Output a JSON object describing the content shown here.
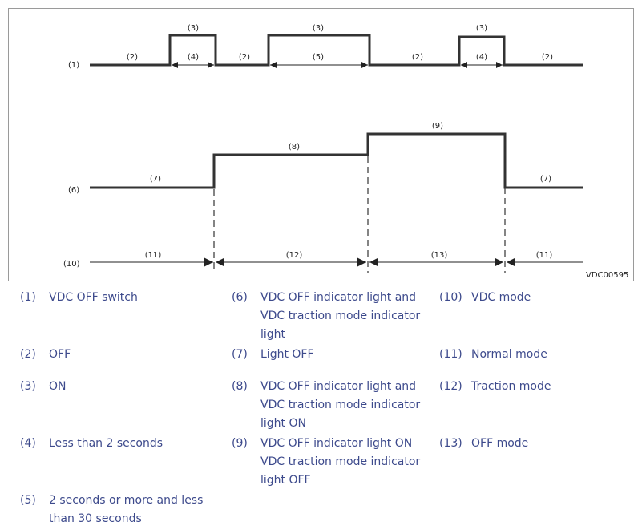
{
  "figure": {
    "code": "VDC00595",
    "rows": [
      {
        "label": "(1)"
      },
      {
        "label": "(6)"
      },
      {
        "label": "(10)"
      }
    ],
    "row1": [
      "(2)",
      "(3)",
      "(4)",
      "(2)",
      "(3)",
      "(5)",
      "(2)",
      "(3)",
      "(4)",
      "(2)"
    ],
    "row2": [
      "(7)",
      "(8)",
      "(9)",
      "(7)"
    ],
    "row3": [
      "(11)",
      "(12)",
      "(13)",
      "(11)"
    ]
  },
  "legend": [
    {
      "num": "(1)",
      "text": "VDC OFF switch"
    },
    {
      "num": "(2)",
      "text": "OFF"
    },
    {
      "num": "(3)",
      "text": "ON"
    },
    {
      "num": "(4)",
      "text": "Less than 2 seconds"
    },
    {
      "num": "(5)",
      "text": "2 seconds or more and less than 30 seconds"
    },
    {
      "num": "(6)",
      "text": "VDC OFF indicator light and VDC traction mode indicator light"
    },
    {
      "num": "(7)",
      "text": "Light OFF"
    },
    {
      "num": "(8)",
      "text": "VDC OFF indicator light and VDC traction mode indicator light ON"
    },
    {
      "num": "(9)",
      "text": "VDC OFF indicator light ON VDC traction mode indicator light OFF"
    },
    {
      "num": "(10)",
      "text": "VDC mode"
    },
    {
      "num": "(11)",
      "text": "Normal mode"
    },
    {
      "num": "(12)",
      "text": "Traction mode"
    },
    {
      "num": "(13)",
      "text": "OFF mode"
    }
  ]
}
